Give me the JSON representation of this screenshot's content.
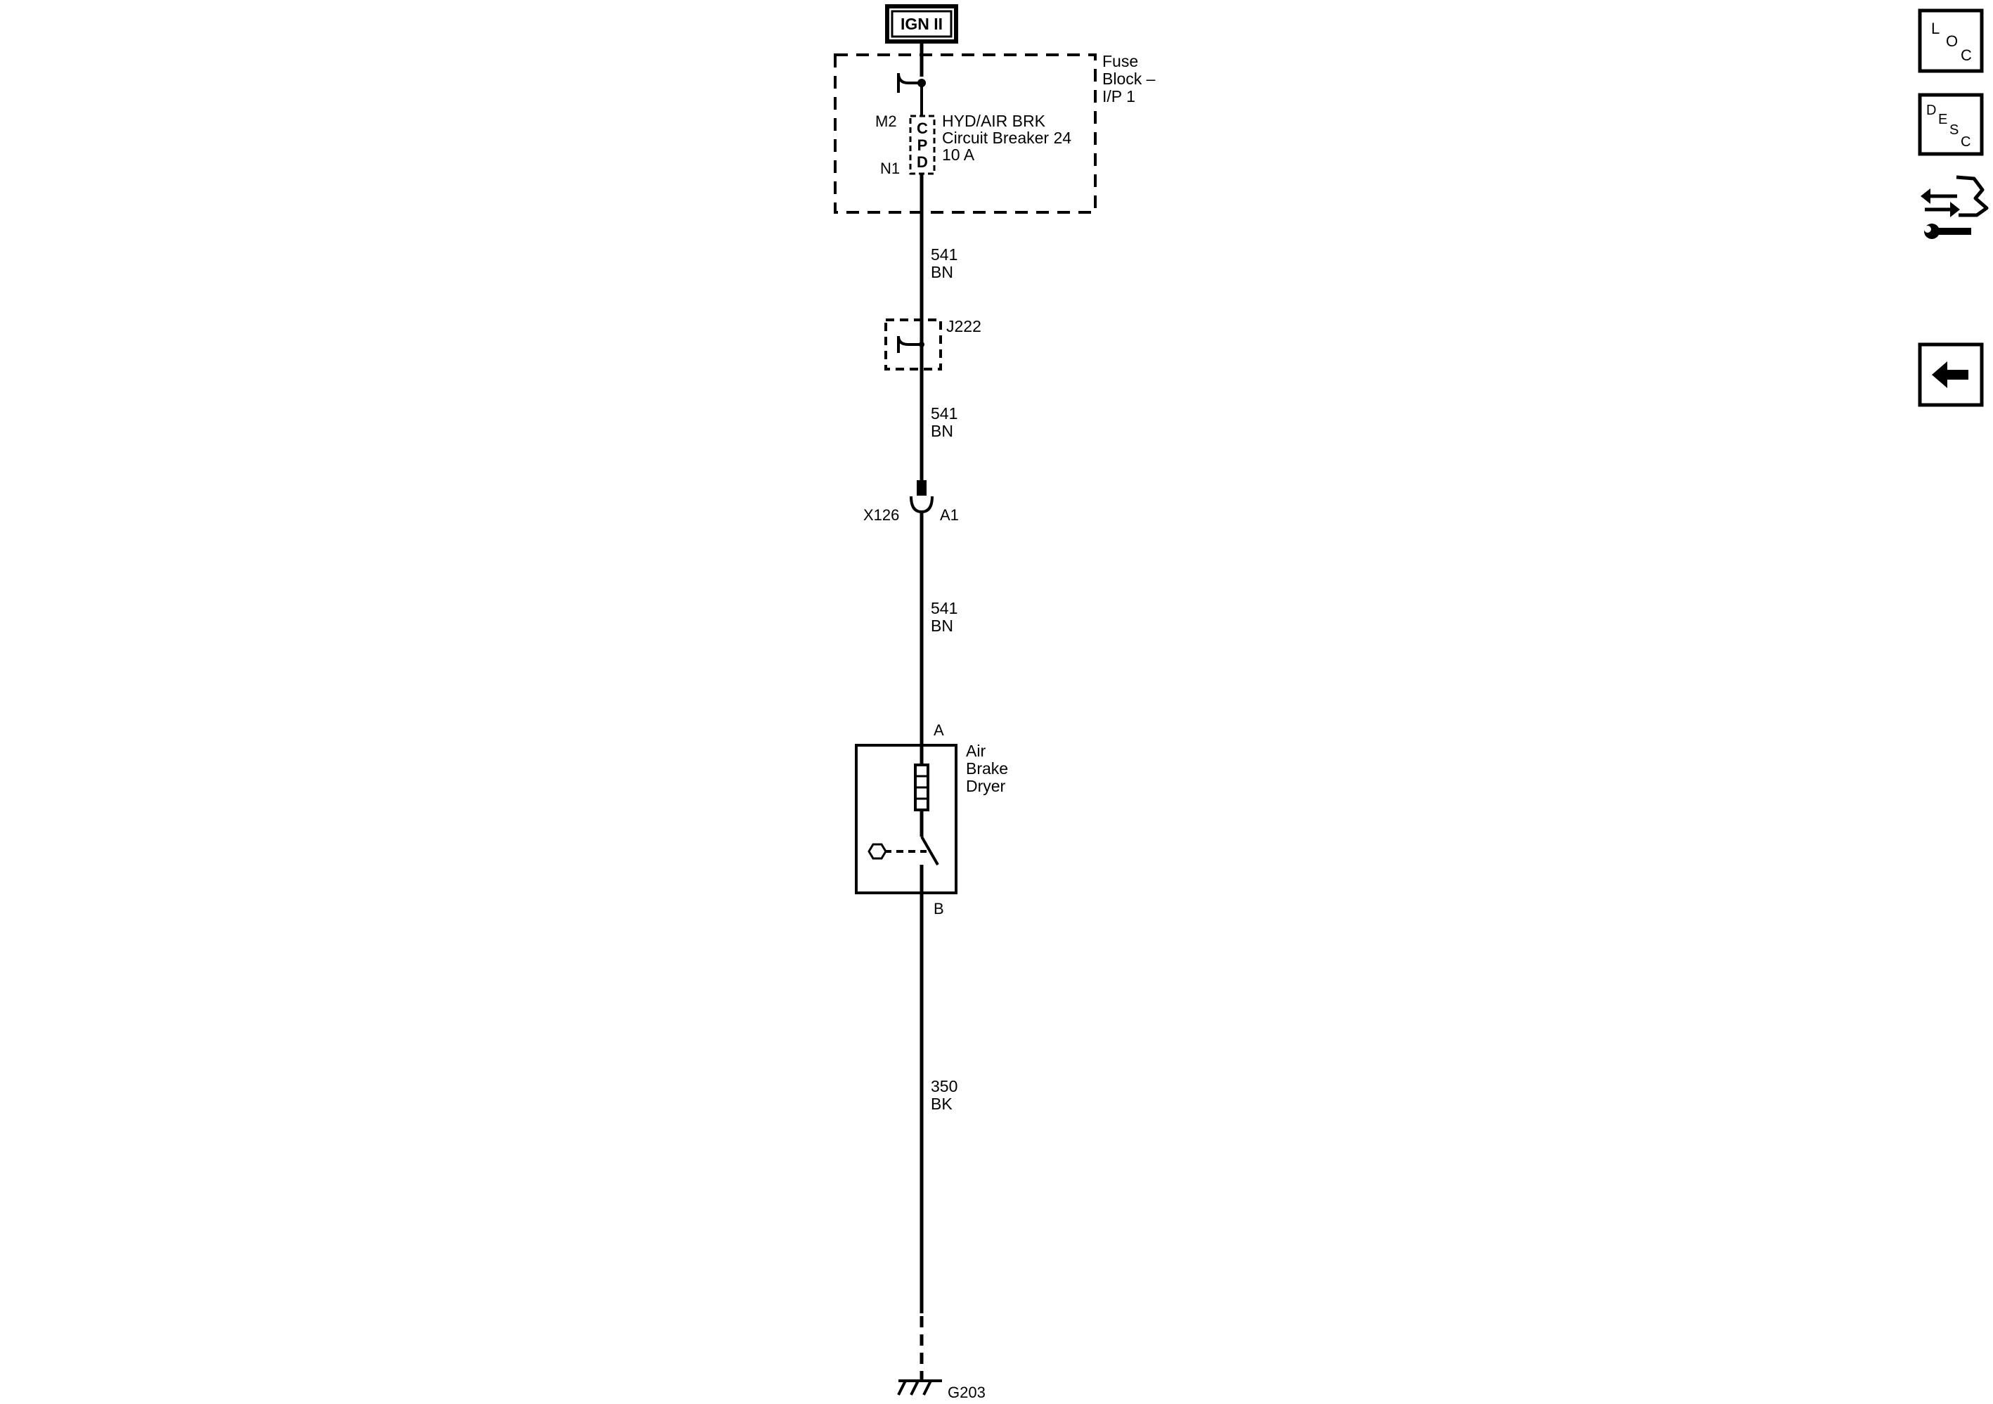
{
  "power_source": {
    "label": "IGN II"
  },
  "fuse_block": {
    "name_line1": "Fuse",
    "name_line2": "Block –",
    "name_line3": "I/P 1",
    "breaker_name_line1": "HYD/AIR BRK",
    "breaker_name_line2": "Circuit Breaker 24",
    "breaker_rating": "10 A",
    "terminal_top": "M2",
    "terminal_bottom": "N1",
    "cpd_letters": [
      "C",
      "P",
      "D"
    ]
  },
  "wires": [
    {
      "circuit": "541",
      "color": "BN"
    },
    {
      "circuit": "541",
      "color": "BN"
    },
    {
      "circuit": "541",
      "color": "BN"
    },
    {
      "circuit": "350",
      "color": "BK"
    }
  ],
  "splice": {
    "label": "J222"
  },
  "connector": {
    "name": "X126",
    "pin": "A1"
  },
  "component": {
    "name_line1": "Air",
    "name_line2": "Brake",
    "name_line3": "Dryer",
    "pin_in": "A",
    "pin_out": "B"
  },
  "ground": {
    "label": "G203"
  },
  "nav": {
    "loc": {
      "l": "L",
      "o": "O",
      "c": "C"
    },
    "desc": {
      "d": "D",
      "e": "E",
      "s": "S",
      "c": "C"
    },
    "icons": [
      "diagnostic-connector-wrench-icon",
      "back-arrow-icon"
    ]
  }
}
